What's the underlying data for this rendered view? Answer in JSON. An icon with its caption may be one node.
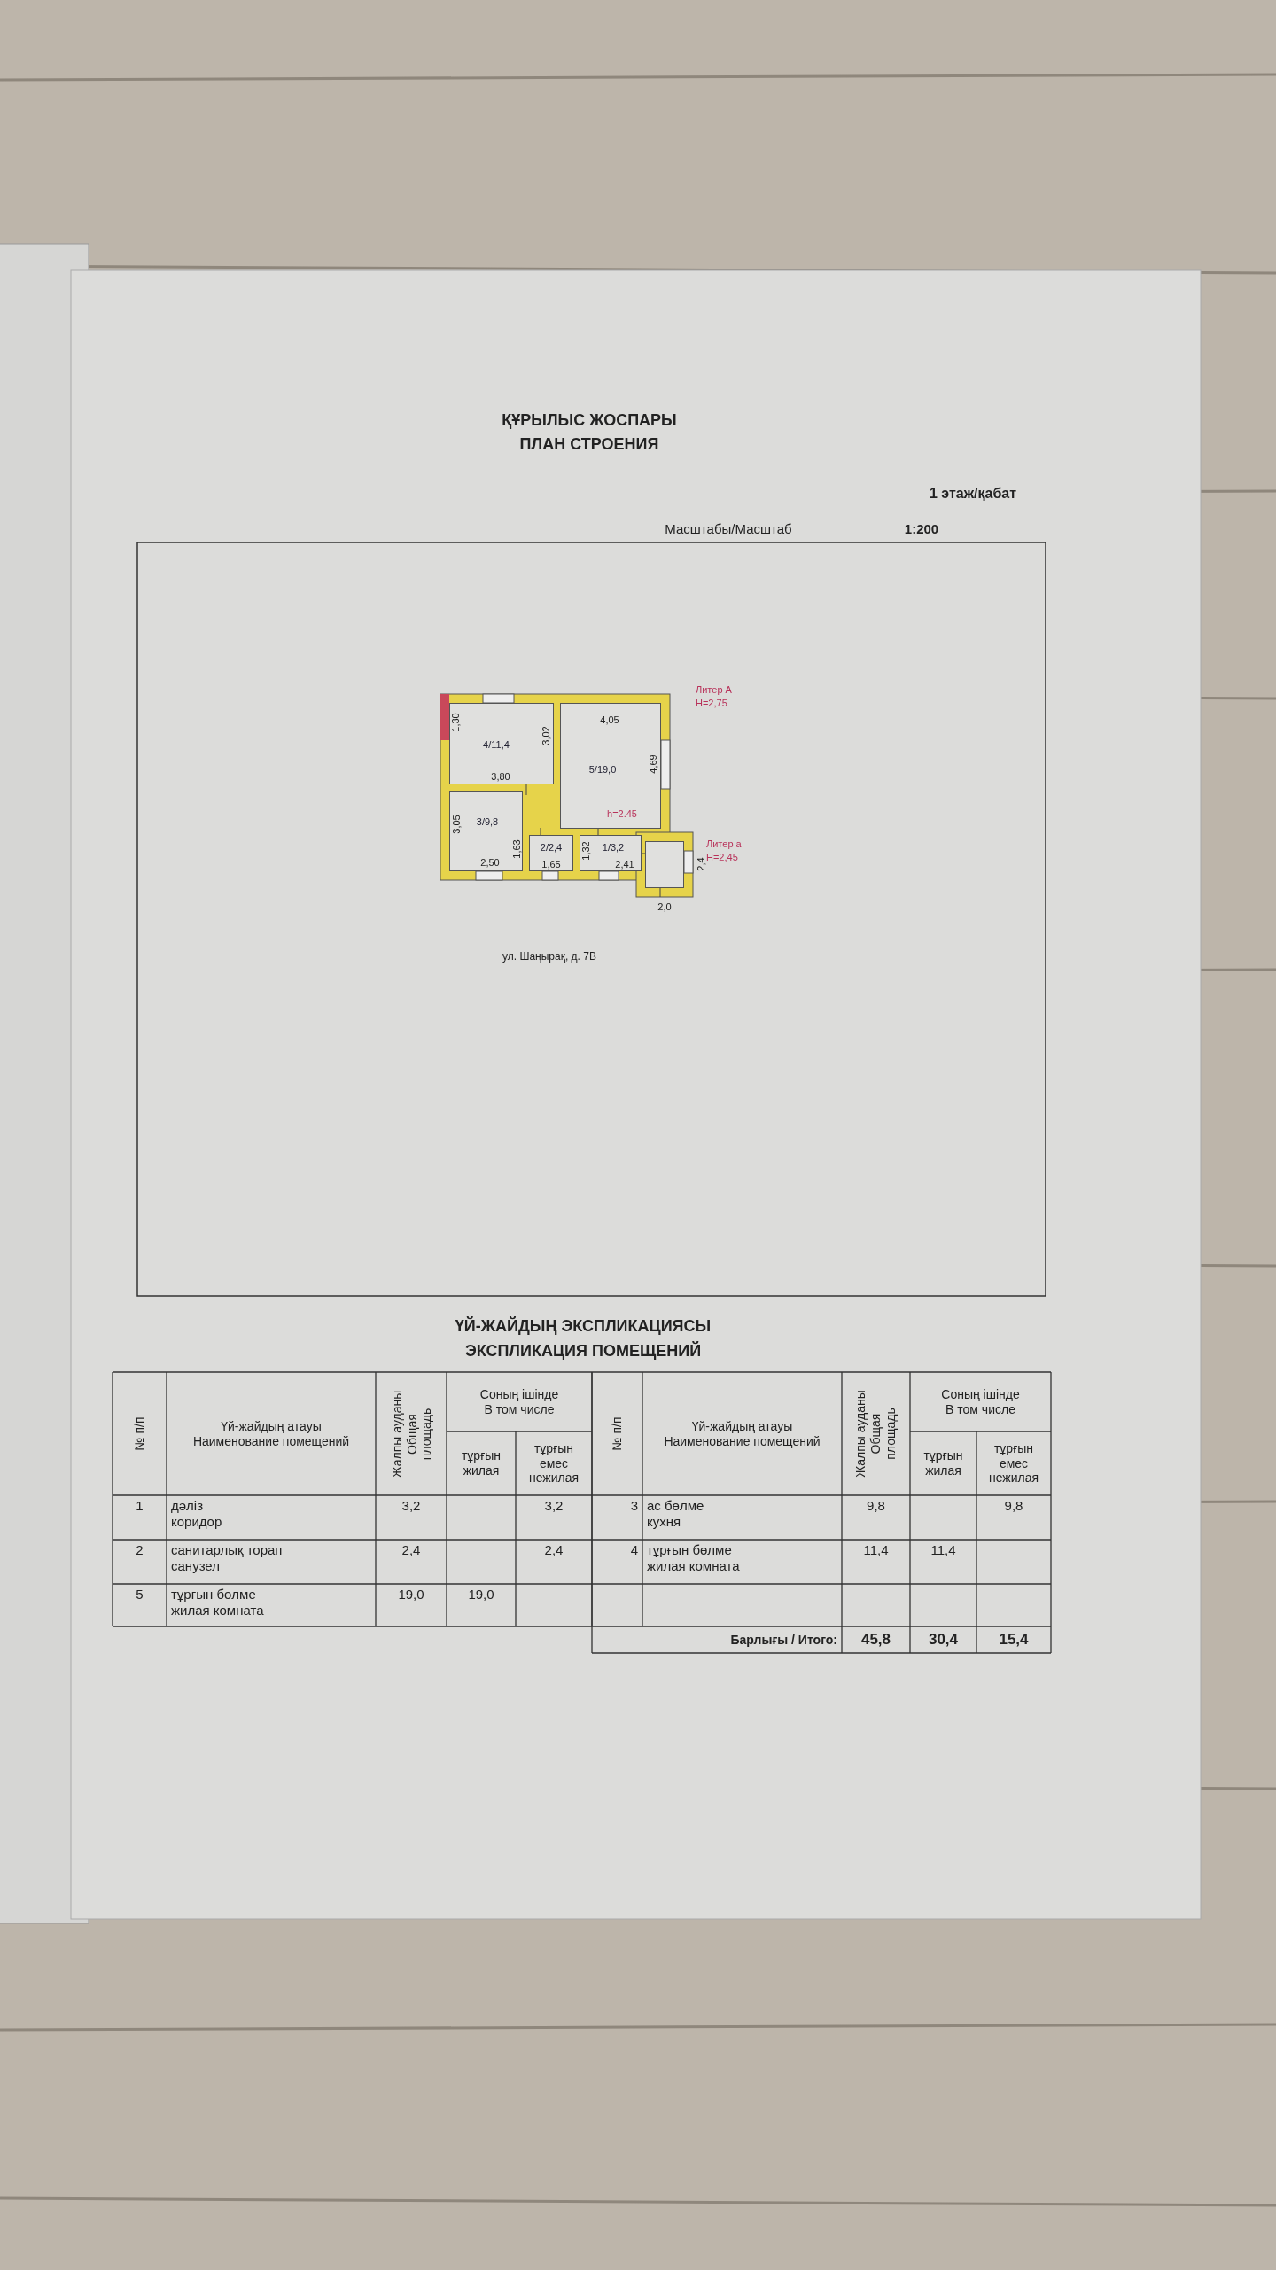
{
  "diagram": {
    "title": "ҚҰРЫЛЫС ЖОСПАРЫ",
    "nodes": [
      {
        "text": [
          "4/11,4"
        ]
      },
      {
        "text": [
          "5/19,0",
          "h=2.45"
        ]
      },
      {
        "text": [
          "3/9,8"
        ]
      },
      {
        "text": [
          "2/2,4"
        ]
      },
      {
        "text": [
          "1/3,2"
        ]
      },
      {
        "text": [],
        "shape": "box"
      }
    ],
    "labels": [
      "ПЛАН СТРОЕНИЯ",
      "1 этаж/қабат",
      "Масштабы/Масштаб",
      "1:200",
      "Литер А",
      "Н=2,75",
      "1,30",
      "3,02",
      "3,80",
      "4,05",
      "4,69",
      "3,05",
      "1,63",
      "2,50",
      "1,65",
      "1,32",
      "2,41",
      "2,4",
      "2,0",
      "Литер а",
      "Н=2,45",
      "ул. Шаңырақ, д. 7В",
      "ҮЙ-ЖАЙДЫҢ ЭКСПЛИКАЦИЯСЫ",
      "ЭКСПЛИКАЦИЯ ПОМЕЩЕНИЙ",
      "№ п/п",
      "Үй-жайдың атауы",
      "Наименование помещений",
      "Жалпы ауданы",
      "Общая площадь",
      "Соның ішінде",
      "В том числе",
      "тұрғын",
      "жилая",
      "тұрғын емес",
      "нежилая",
      "№ п/п",
      "Үй-жайдың атауы",
      "Наименование помещений",
      "Жалпы ауданы",
      "Общая площадь",
      "Соның ішінде",
      "В том числе",
      "тұрғын",
      "жилая",
      "тұрғын емес",
      "нежилая",
      "1",
      "дәліз",
      "коридор",
      "3,2",
      "3,2",
      "3",
      "ас бөлме",
      "кухня",
      "9,8",
      "9,8",
      "2",
      "санитарлық торап",
      "санузел",
      "2,4",
      "2,4",
      "4",
      "тұрғын бөлме",
      "жилая комната",
      "11,4",
      "11,4",
      "5",
      "тұрғын бөлме",
      "жилая комната",
      "19,0",
      "19,0",
      "Барлығы / Итого:",
      "45,8",
      "30,4",
      "15,4"
    ]
  }
}
